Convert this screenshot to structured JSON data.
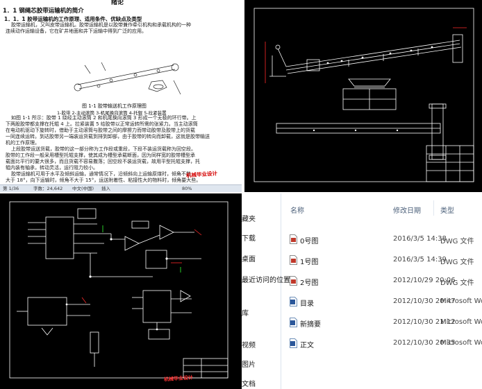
{
  "document": {
    "chapter_fragment": "绪论",
    "section_heading": "1．1 钢绳芯胶带运输机的简介",
    "subsection_heading": "1．1．1 胶带运输机的工作原理、适用条件、优缺点及类型",
    "intro_lines": [
      "胶带运输机，又叫皮带运输机。胶带运输机是以胶带兼作牵引机构和承载机构的一种",
      "连续动作运输设备，它在矿井地面和井下运输中得到广泛的应用。"
    ],
    "figure_caption": "图 1-1  胶带输送机工作原理图",
    "figure_legend": "1-胶带    2-主动滚筒    3-机尾换向滚筒    4-托辊    5-拉紧装置",
    "body_lines": [
      "如图 1-1 所示：胶带 1 绕经主动滚筒 2 和机尾换向滚筒 3 形成一个无极的环行带。上",
      "下两股胶带都支撑在托辊 4 上。拉紧装置 5 给胶带以正常运转所需的张紧力。当主动滚筒",
      "在电动机驱动下旋转时，借助于主动滚筒与胶带之间的摩擦力而带动胶带及胶带上的货载",
      "一同连续运转。到达胶带另一端装运货载到排到卸部，由于胶带的转向而卸载，这就是胶带输送",
      "机的工作原理。",
      "上段胶带运送货载，胶带的这一部分称为工作段或重段，下段不装运货载称为回空段。",
      "胶带的工作段一般采用槽型托辊支撑，使其成为槽型承载断面，因为同样宽的胶带槽型承",
      "载面比平行的要大很多，而且货载不容易撒落；回空段不装运货载，故用平型托辊支撑，托",
      "辊内装有轴承，转动灵活，运行阻力较小。",
      "胶带运输机可用于水平及倾斜运输，通常情况下，沿倾斜向上运输原煤时，倾角不能",
      "大于 18°，向下运输时，倾角不大于 15°，运送附着性、粘接性大的物料时，倾角要大些。"
    ],
    "stamp_text": "机械毕业设计",
    "status_page": "第 1/36",
    "status_words": "字数：24,642",
    "status_lang": "中文(中国)",
    "status_mode": "插入",
    "status_zoom": "80%"
  },
  "explorer": {
    "sidebar": [
      "藏夹",
      "下载",
      "桌面",
      "最近访问的位置",
      "库",
      "视频",
      "图片",
      "文档"
    ],
    "columns": {
      "name": "名称",
      "date": "修改日期",
      "type": "类型"
    },
    "files": [
      {
        "name": "0号图",
        "date": "2016/3/5 14:38",
        "type": "DWG 文件",
        "icon": "dwg-file-icon"
      },
      {
        "name": "1号图",
        "date": "2016/3/5 14:39",
        "type": "DWG 文件",
        "icon": "dwg-file-icon"
      },
      {
        "name": "2号图",
        "date": "2012/10/29 20:06",
        "type": "DWG 文件",
        "icon": "dwg-file-icon"
      },
      {
        "name": "目录",
        "date": "2012/10/30 20:47",
        "type": "Microsoft Wor",
        "icon": "word-doc-icon"
      },
      {
        "name": "新摘要",
        "date": "2012/10/30 21:12",
        "type": "Microsoft Wor",
        "icon": "word-doc-icon"
      },
      {
        "name": "正文",
        "date": "2012/10/30 20:35",
        "type": "Microsoft Wor",
        "icon": "word-doc-icon"
      }
    ],
    "stamp_text": "机械毕业设计"
  },
  "colors": {
    "cad_background": "#000000",
    "cad_line": "#ffffff",
    "cad_red": "#ff2a2a",
    "cad_green": "#32ff32",
    "stamp_red": "#d40000",
    "explorer_header": "#4c607a"
  }
}
